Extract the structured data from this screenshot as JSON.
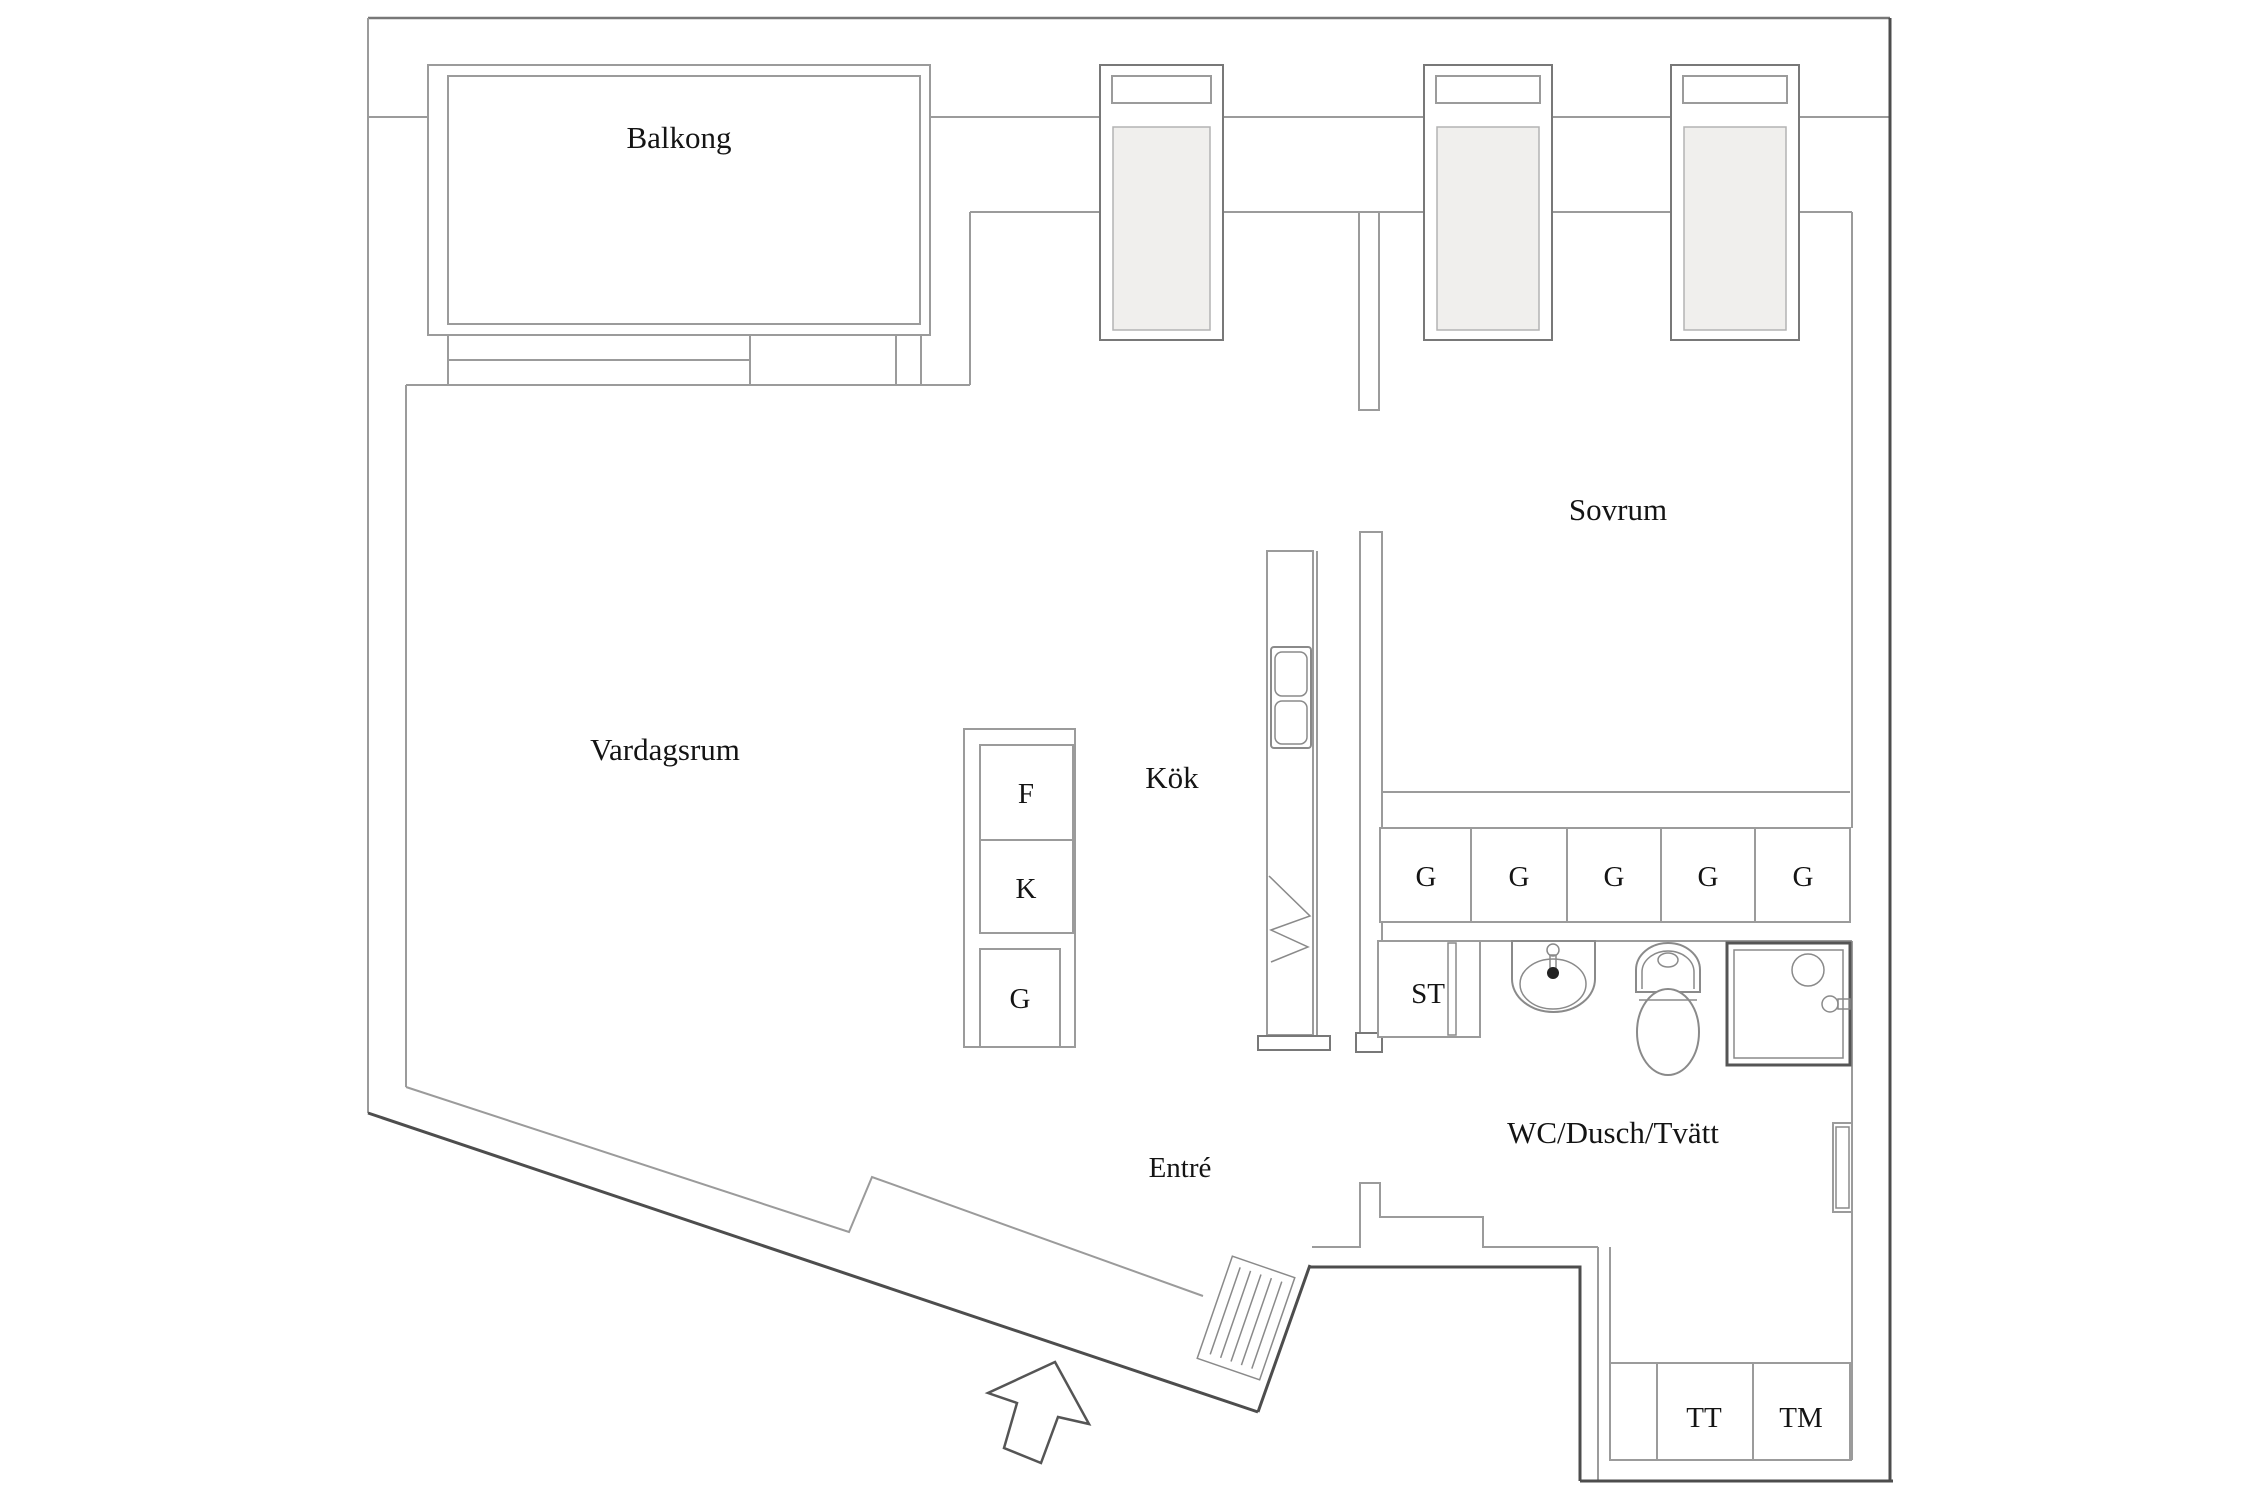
{
  "page": {
    "background": "#ffffff",
    "content": "apartment-floor-plan"
  },
  "colors": {
    "wall_light": "#9b9b9b",
    "wall_medium": "#787878",
    "wall_dark": "#4d4d4d",
    "fixture": "#8a8a8a",
    "glazing": "#f0efed",
    "text": "#141414"
  },
  "labels": {
    "balcony": "Balkong",
    "living_room": "Vardagsrum",
    "bedroom": "Sovrum",
    "kitchen": "Kök",
    "entrance": "Entré",
    "bathroom": "WC/Dusch/Tvätt",
    "cabinet_f": "F",
    "cabinet_k": "K",
    "cabinet_g": "G",
    "cleaning_closet": "ST",
    "wardrobes": [
      "G",
      "G",
      "G",
      "G",
      "G"
    ],
    "dryer": "TT",
    "washing_machine": "TM"
  }
}
